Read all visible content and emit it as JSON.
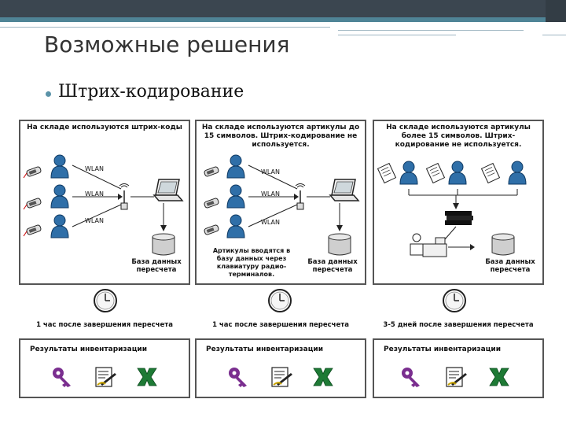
{
  "slide": {
    "title": "Возможные решения",
    "bullet": "Штрих-кодирование"
  },
  "panels": [
    {
      "heading": "На складе используются штрих-коды",
      "wlan_labels": [
        "WLAN",
        "WLAN",
        "WLAN"
      ],
      "note": "",
      "db_label": "База данных пересчета",
      "time_caption": "1 час после завершения пересчета",
      "results_title": "Результаты инвентаризации"
    },
    {
      "heading": "На складе используются артикулы до 15 символов. Штрих-кодирование не используется.",
      "wlan_labels": [
        "WLAN",
        "WLAN",
        "WLAN"
      ],
      "note": "Артикулы вводятся в базу данных через клавиатуру радио-терминалов.",
      "db_label": "База данных пересчета",
      "time_caption": "1 час после завершения пересчета",
      "results_title": "Результаты инвентаризации"
    },
    {
      "heading": "На складе используются артикулы более 15 символов. Штрих-кодирование не используется.",
      "wlan_labels": [],
      "note": "",
      "db_label": "База данных пересчета",
      "time_caption": "3-5 дней после завершения пересчета",
      "results_title": "Результаты инвентаризации"
    }
  ],
  "icons": {
    "person": "person-icon",
    "scanner": "barcode-scanner-icon",
    "laptop": "laptop-icon",
    "antenna": "wlan-antenna-icon",
    "database": "database-icon",
    "clock": "clock-icon",
    "key": "key-icon",
    "document": "document-sign-icon",
    "excel": "excel-icon"
  },
  "colors": {
    "person": "#2f6fa8",
    "key": "#7a2e8f",
    "excel": "#1e7a35",
    "accent_bar": "#4f8496"
  }
}
